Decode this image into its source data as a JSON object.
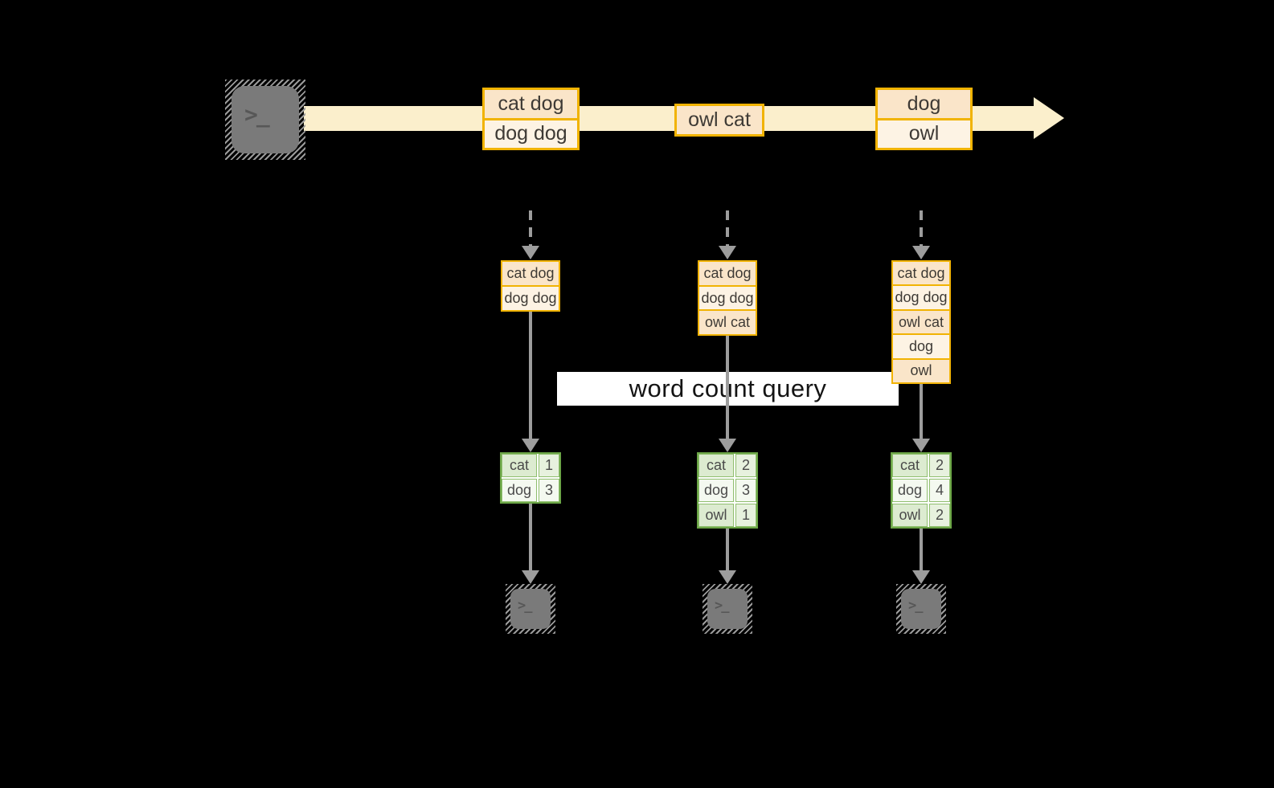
{
  "query": {
    "label": "word count query"
  },
  "stream": {
    "events": [
      {
        "lines": [
          "cat dog",
          "dog dog"
        ]
      },
      {
        "lines": [
          "owl cat"
        ]
      },
      {
        "lines": [
          "dog",
          "owl"
        ]
      }
    ]
  },
  "columns": [
    {
      "state_lines": [
        "cat dog",
        "dog dog"
      ],
      "counts": [
        {
          "word": "cat",
          "count": "1"
        },
        {
          "word": "dog",
          "count": "3"
        }
      ]
    },
    {
      "state_lines": [
        "cat dog",
        "dog dog",
        "owl cat"
      ],
      "counts": [
        {
          "word": "cat",
          "count": "2"
        },
        {
          "word": "dog",
          "count": "3"
        },
        {
          "word": "owl",
          "count": "1"
        }
      ]
    },
    {
      "state_lines": [
        "cat dog",
        "dog dog",
        "owl cat",
        "dog",
        "owl"
      ],
      "counts": [
        {
          "word": "cat",
          "count": "2"
        },
        {
          "word": "dog",
          "count": "4"
        },
        {
          "word": "owl",
          "count": "2"
        }
      ]
    }
  ],
  "icons": {
    "source": "terminal-icon",
    "sinks": [
      "terminal-icon",
      "terminal-icon",
      "terminal-icon"
    ],
    "prompt_glyph": ">_"
  },
  "colors": {
    "background": "#000000",
    "stream_fill": "#FBEFCC",
    "box_border": "#F1B303",
    "row_peach": "#FAE5C9",
    "row_cream": "#FDF3E4",
    "table_border": "#6CA647",
    "cell_green": "#DCEBD0",
    "cell_light": "#F4F9F0",
    "arrow_gray": "#9D9D9D",
    "terminal_gray": "#7A7A7A",
    "query_bg": "#FFFFFF"
  }
}
